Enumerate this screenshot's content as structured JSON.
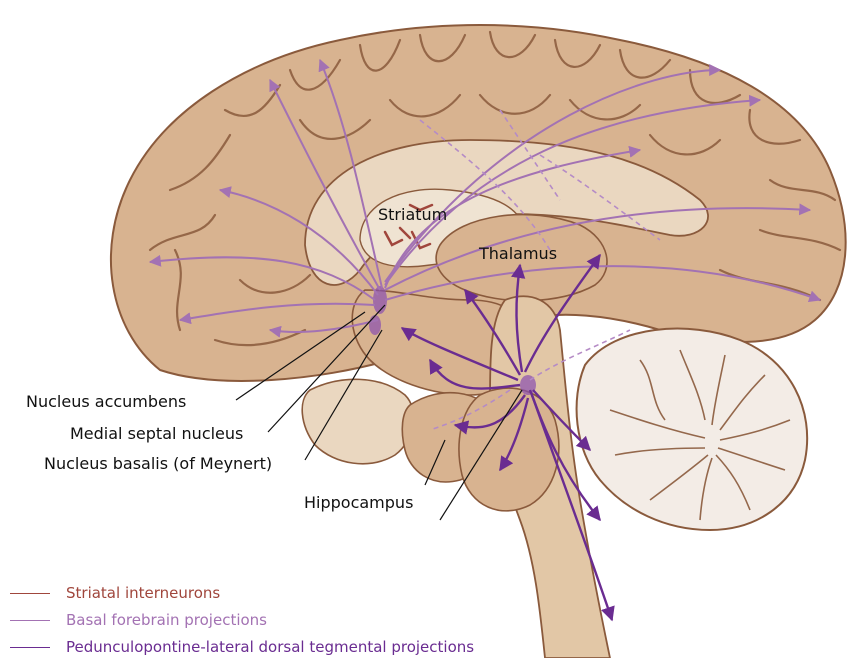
{
  "labels": {
    "striatum": "Striatum",
    "thalamus": "Thalamus",
    "nucleus_accumbens": "Nucleus accumbens",
    "medial_septal": "Medial septal nucleus",
    "nucleus_basalis": "Nucleus basalis (of Meynert)",
    "hippocampus": "Hippocampus"
  },
  "legend": [
    {
      "text": "Striatal interneurons",
      "color": "#a0463c"
    },
    {
      "text": "Basal forebrain projections",
      "color": "#a372b3"
    },
    {
      "text": "Pedunculopontine-lateral dorsal tegmental projections",
      "color": "#6a2c91"
    }
  ],
  "colors": {
    "tissue": "#d8b390",
    "tissue_light": "#ead7c0",
    "tissue_dark": "#8a5a3c",
    "ventricle": "#efe3d2",
    "cerebellum": "#f3ece6",
    "pathway": "#6a2c91",
    "pathway_light": "#a372b3",
    "interneuron": "#a0463c"
  }
}
